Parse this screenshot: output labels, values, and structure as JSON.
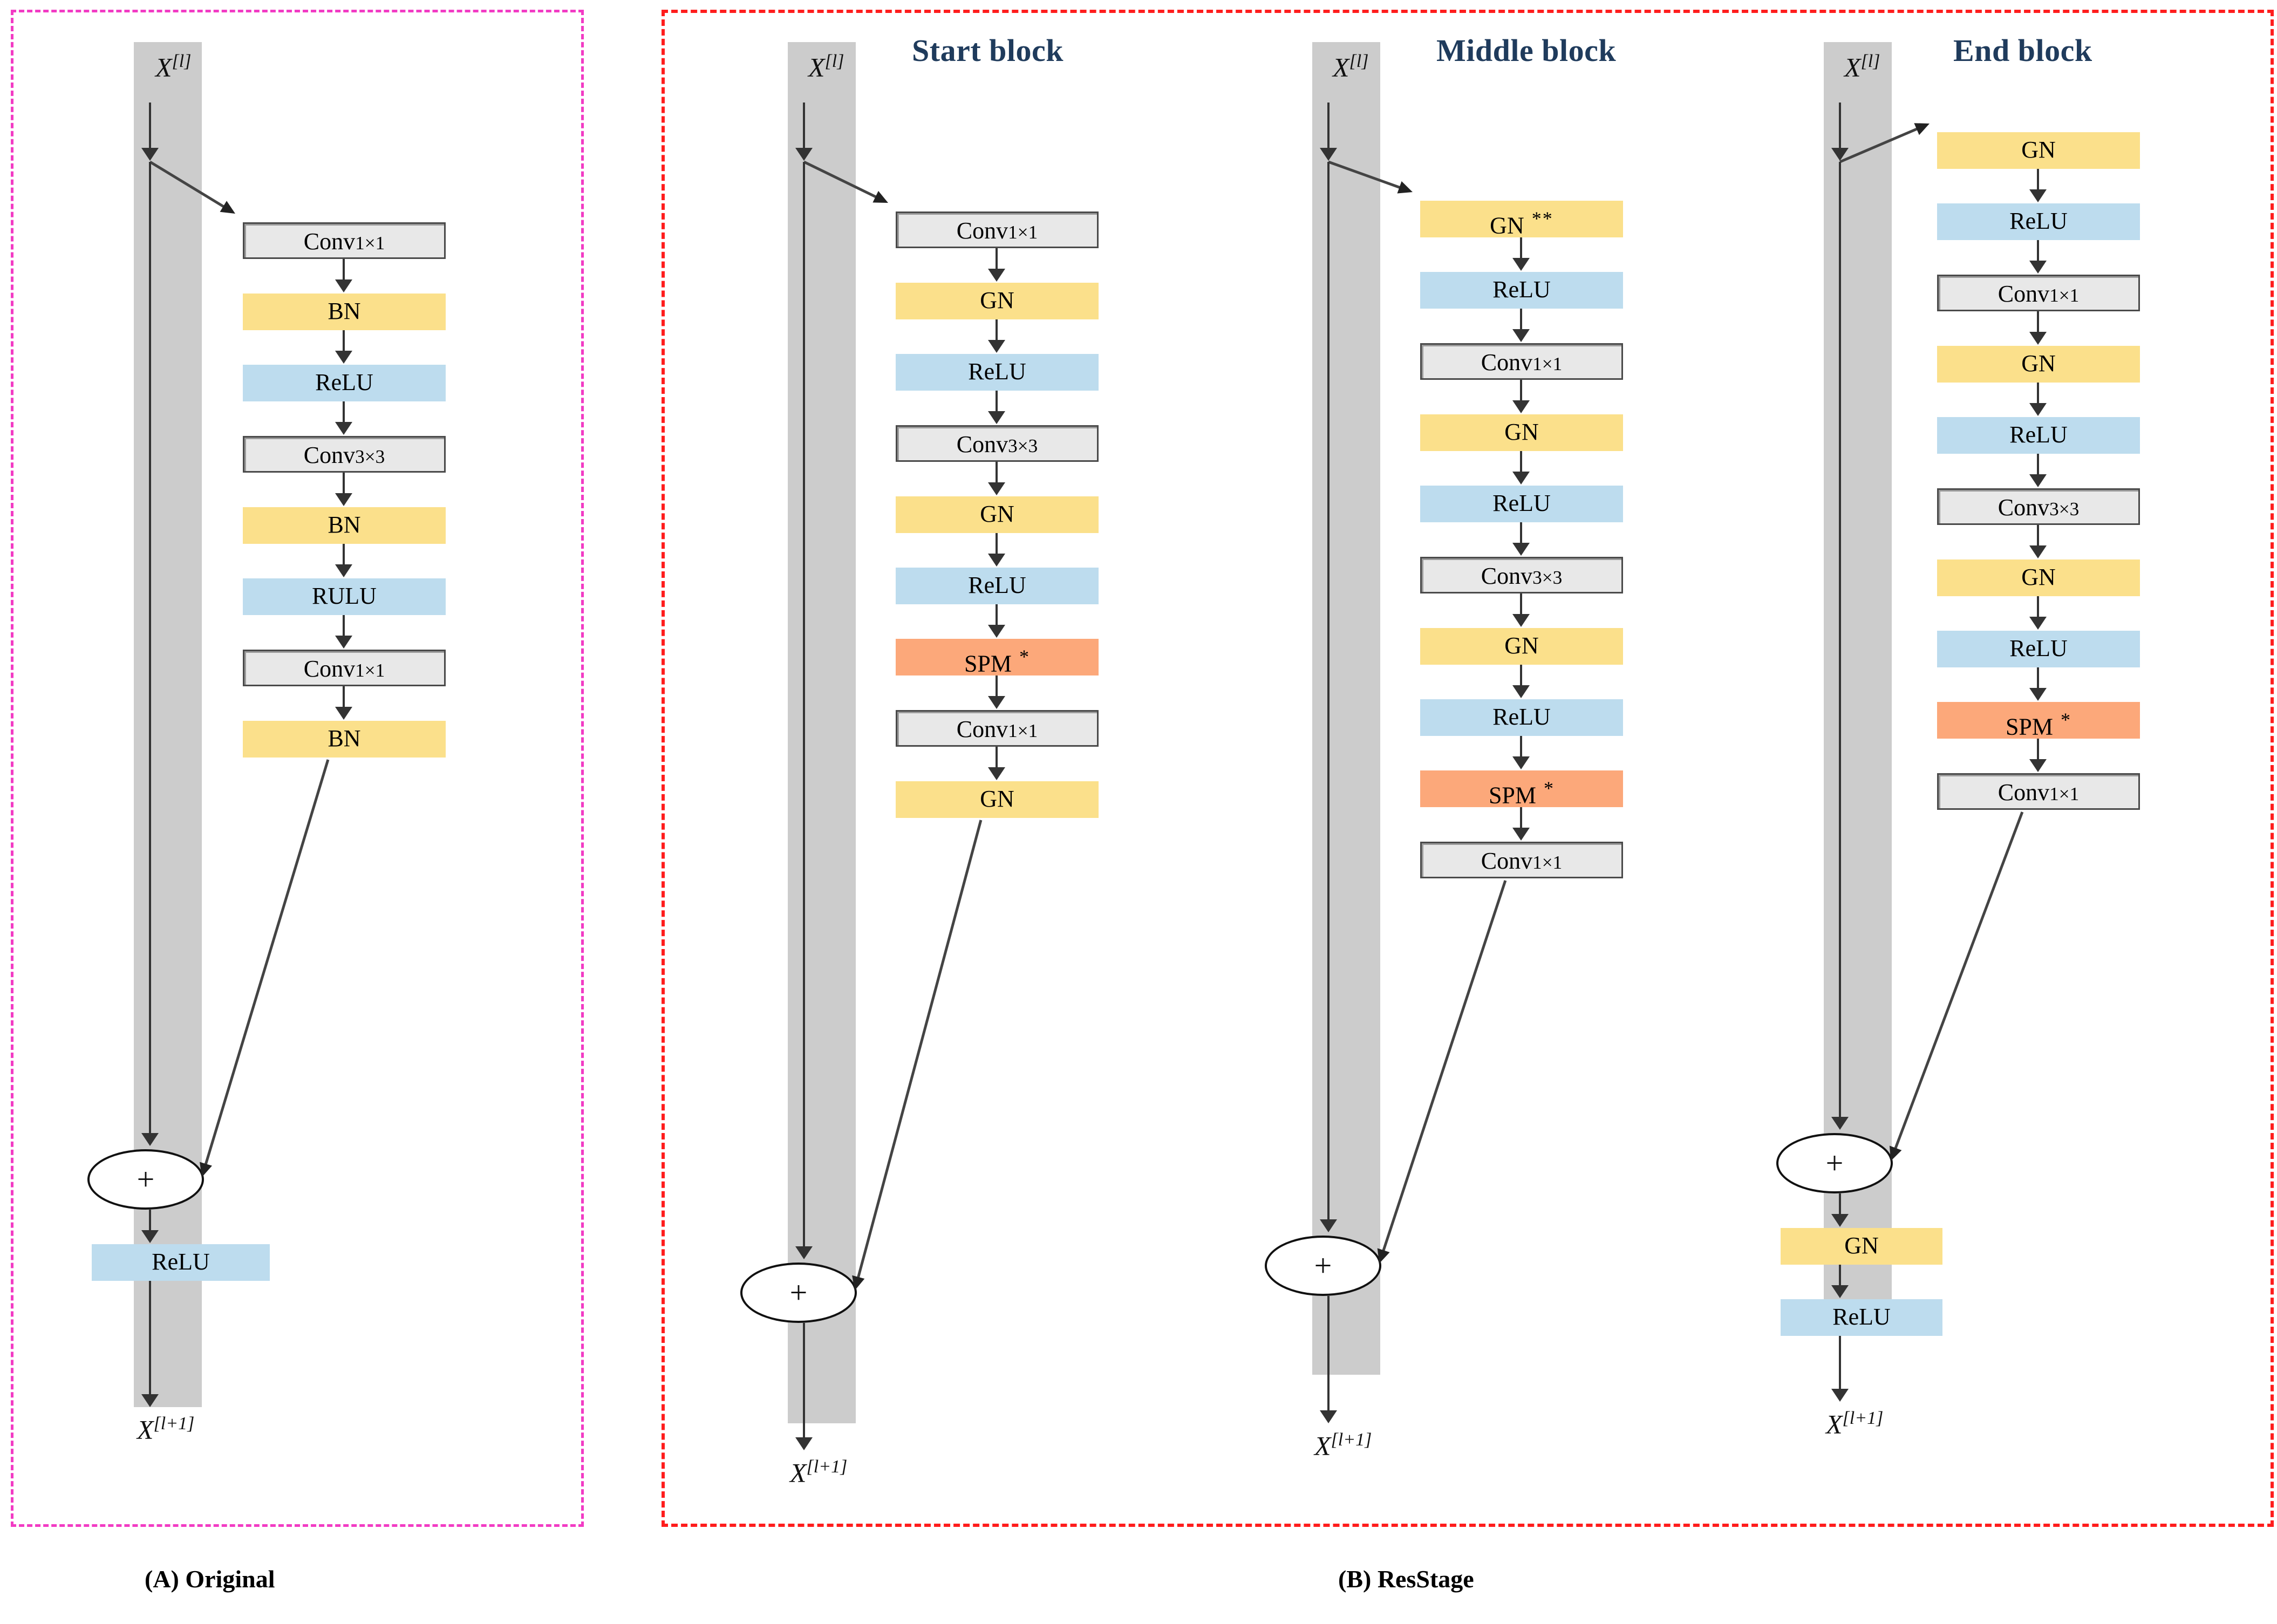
{
  "figure": {
    "panels": [
      {
        "id": "A",
        "caption": "(A) Original",
        "border_color": "#F23BC4"
      },
      {
        "id": "B",
        "caption": "(B) ResStage",
        "border_color": "#FF1D1D"
      }
    ],
    "legend_colors": {
      "normalization": "#FBE08B",
      "activation": "#BDDCEE",
      "spm": "#FCA87A",
      "conv": "#E8E8E8",
      "skip_arrow": "#CCCCCC",
      "title": "#1F3B5C"
    }
  },
  "columns": [
    {
      "key": "original",
      "title": "",
      "input_label": "X",
      "input_sup": "[l]",
      "output_label": "X",
      "output_sup": "[l+1]",
      "merge_symbol": "+",
      "branch": [
        {
          "label": "Conv",
          "sub": "1×1",
          "kind": "conv"
        },
        {
          "label": "BN",
          "sub": "",
          "kind": "norm"
        },
        {
          "label": "ReLU",
          "sub": "",
          "kind": "act"
        },
        {
          "label": "Conv",
          "sub": "3×3",
          "kind": "conv"
        },
        {
          "label": "BN",
          "sub": "",
          "kind": "norm"
        },
        {
          "label": "RULU",
          "sub": "",
          "kind": "act"
        },
        {
          "label": "Conv",
          "sub": "1×1",
          "kind": "conv"
        },
        {
          "label": "BN",
          "sub": "",
          "kind": "norm"
        }
      ],
      "post_merge": [
        {
          "label": "ReLU",
          "sub": "",
          "kind": "act"
        }
      ]
    },
    {
      "key": "start",
      "title": "Start block",
      "input_label": "X",
      "input_sup": "[l]",
      "output_label": "X",
      "output_sup": "[l+1]",
      "merge_symbol": "+",
      "branch": [
        {
          "label": "Conv",
          "sub": "1×1",
          "kind": "conv"
        },
        {
          "label": "GN",
          "sub": "",
          "kind": "norm"
        },
        {
          "label": "ReLU",
          "sub": "",
          "kind": "act"
        },
        {
          "label": "Conv",
          "sub": "3×3",
          "kind": "conv"
        },
        {
          "label": "GN",
          "sub": "",
          "kind": "norm"
        },
        {
          "label": "ReLU",
          "sub": "",
          "kind": "act"
        },
        {
          "label": "SPM",
          "sub": "",
          "star": "*",
          "kind": "spm"
        },
        {
          "label": "Conv",
          "sub": "1×1",
          "kind": "conv"
        },
        {
          "label": "GN",
          "sub": "",
          "kind": "norm"
        }
      ],
      "post_merge": []
    },
    {
      "key": "middle",
      "title": "Middle block",
      "input_label": "X",
      "input_sup": "[l]",
      "output_label": "X",
      "output_sup": "[l+1]",
      "merge_symbol": "+",
      "branch": [
        {
          "label": "GN",
          "sub": "",
          "star": "**",
          "kind": "norm"
        },
        {
          "label": "ReLU",
          "sub": "",
          "kind": "act"
        },
        {
          "label": "Conv",
          "sub": "1×1",
          "kind": "conv"
        },
        {
          "label": "GN",
          "sub": "",
          "kind": "norm"
        },
        {
          "label": "ReLU",
          "sub": "",
          "kind": "act"
        },
        {
          "label": "Conv",
          "sub": "3×3",
          "kind": "conv"
        },
        {
          "label": "GN",
          "sub": "",
          "kind": "norm"
        },
        {
          "label": "ReLU",
          "sub": "",
          "kind": "act"
        },
        {
          "label": "SPM",
          "sub": "",
          "star": "*",
          "kind": "spm"
        },
        {
          "label": "Conv",
          "sub": "1×1",
          "kind": "conv"
        }
      ],
      "post_merge": []
    },
    {
      "key": "end",
      "title": "End block",
      "input_label": "X",
      "input_sup": "[l]",
      "output_label": "X",
      "output_sup": "[l+1]",
      "merge_symbol": "+",
      "branch": [
        {
          "label": "GN",
          "sub": "",
          "kind": "norm"
        },
        {
          "label": "ReLU",
          "sub": "",
          "kind": "act"
        },
        {
          "label": "Conv",
          "sub": "1×1",
          "kind": "conv"
        },
        {
          "label": "GN",
          "sub": "",
          "kind": "norm"
        },
        {
          "label": "ReLU",
          "sub": "",
          "kind": "act"
        },
        {
          "label": "Conv",
          "sub": "3×3",
          "kind": "conv"
        },
        {
          "label": "GN",
          "sub": "",
          "kind": "norm"
        },
        {
          "label": "ReLU",
          "sub": "",
          "kind": "act"
        },
        {
          "label": "SPM",
          "sub": "",
          "star": "*",
          "kind": "spm"
        },
        {
          "label": "Conv",
          "sub": "1×1",
          "kind": "conv"
        }
      ],
      "post_merge": [
        {
          "label": "GN",
          "sub": "",
          "kind": "norm"
        },
        {
          "label": "ReLU",
          "sub": "",
          "kind": "act"
        }
      ]
    }
  ]
}
